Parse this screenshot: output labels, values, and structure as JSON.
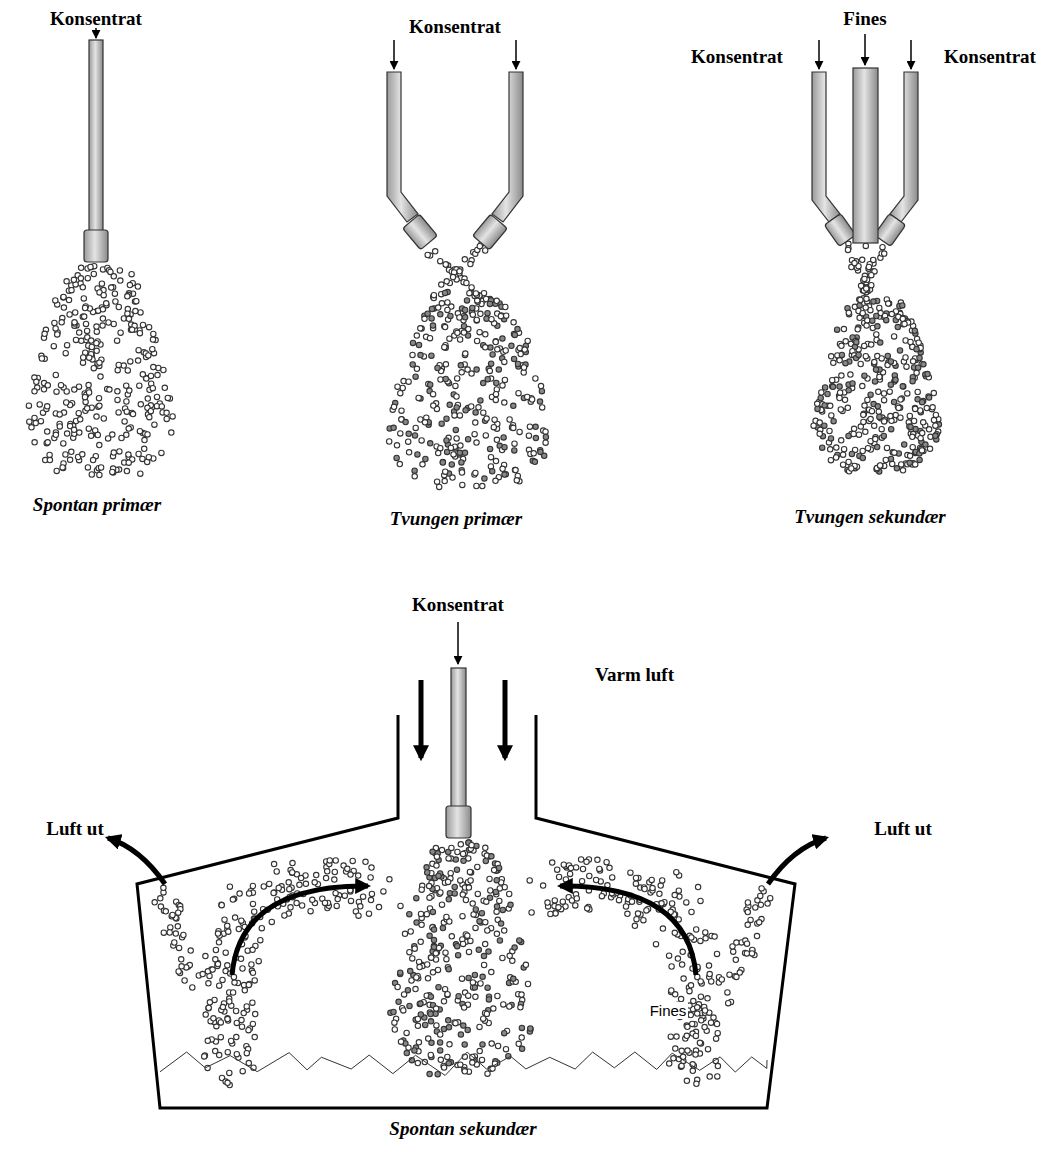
{
  "diagram": {
    "labels": [
      "Konsentrat",
      "Spontan primær",
      "Konsentrat",
      "Tvungen primær",
      "Konsentrat",
      "Fines",
      "Konsentrat",
      "Tvungen sekundær",
      "Konsentrat",
      "Varm luft",
      "Luft ut",
      "Luft ut",
      "Fines",
      "Spontan sekundær"
    ]
  }
}
